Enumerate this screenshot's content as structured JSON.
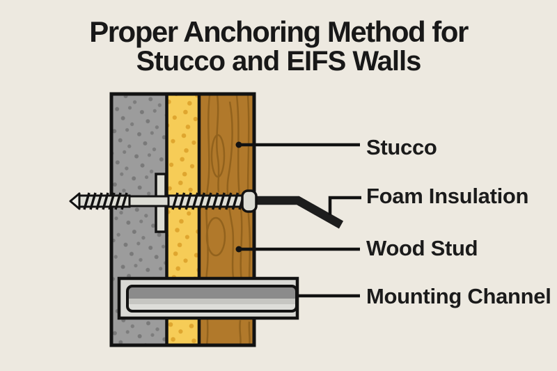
{
  "title": {
    "line1": "Proper Anchoring Method for",
    "line2": "Stucco and EIFS Walls"
  },
  "labels": [
    {
      "id": "stucco",
      "text": "Stucco"
    },
    {
      "id": "foam-insulation",
      "text": "Foam Insulation"
    },
    {
      "id": "wood-stud",
      "text": "Wood Stud"
    },
    {
      "id": "mounting-channel",
      "text": "Mounting Channel"
    }
  ],
  "colors": {
    "background": "#EDE9E0",
    "text": "#1B1B1B",
    "outline": "#121212",
    "stucco": "#9C9C9C",
    "stucco_speckle": "#717171",
    "foam": "#F6CC57",
    "foam_dot": "#DFA62F",
    "wood": "#B1792B",
    "wood_grain": "#8D5F1B",
    "metal_light": "#DCDCD4",
    "screw_thread": "#DFDFD7",
    "channel_frame": "#D9D9D5",
    "channel_dark": "#8B8B8B",
    "strap": "#1D1D1D"
  }
}
